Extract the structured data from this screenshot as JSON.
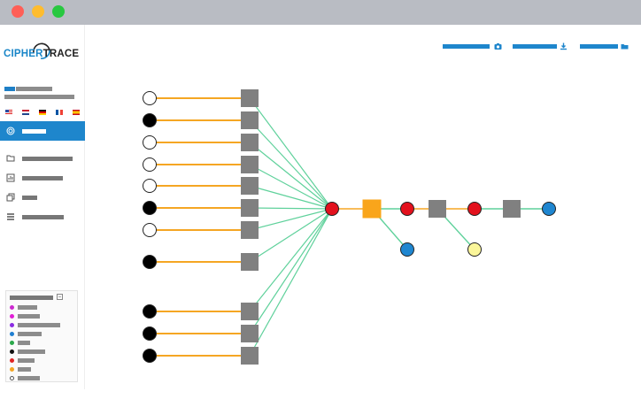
{
  "window": {
    "controls": [
      "close",
      "minimize",
      "maximize"
    ]
  },
  "brand": {
    "part1": "CIPHER",
    "part2": "TRACE",
    "color_primary": "#1a86c8",
    "color_secondary": "#222222"
  },
  "sidebar": {
    "flags": [
      "us-flag",
      "nl-flag",
      "de-flag",
      "fr-flag",
      "es-flag"
    ],
    "menu": [
      {
        "icon": "fingerprint-icon",
        "active": true
      },
      {
        "icon": "folder-icon",
        "active": false
      },
      {
        "icon": "chart-icon",
        "active": false
      },
      {
        "icon": "gallery-icon",
        "active": false
      },
      {
        "icon": "list-icon",
        "active": false
      }
    ]
  },
  "legend": {
    "toggle_icon": "collapse-icon",
    "entries": [
      {
        "color": "#cc2ad0"
      },
      {
        "color": "#e11fd6"
      },
      {
        "color": "#8a2be2"
      },
      {
        "color": "#1f7fd1"
      },
      {
        "color": "#2aa84a"
      },
      {
        "color": "#111111"
      },
      {
        "color": "#e02424"
      },
      {
        "color": "#f5a623"
      },
      {
        "color": "#ffffff"
      }
    ]
  },
  "toolbar": {
    "actions": [
      {
        "icon": "camera-icon"
      },
      {
        "icon": "download-icon"
      },
      {
        "icon": "folder-icon"
      }
    ]
  },
  "colors": {
    "accent": "#1e86cc",
    "edge_orange": "#f5a623",
    "edge_green": "#5fd19b",
    "node_gray": "#808080",
    "node_red": "#e3111d",
    "node_blue": "#1f86d0",
    "node_yellow": "#fbf69a",
    "node_orange": "#f9a51b",
    "node_black": "#000000",
    "node_white": "#ffffff"
  },
  "graph": {
    "input_rows": [
      {
        "source_fill": "white"
      },
      {
        "source_fill": "black"
      },
      {
        "source_fill": "white"
      },
      {
        "source_fill": "white"
      },
      {
        "source_fill": "white"
      },
      {
        "source_fill": "black"
      },
      {
        "source_fill": "white"
      },
      {
        "source_fill": "black"
      },
      {
        "source_fill": "black"
      },
      {
        "source_fill": "black"
      },
      {
        "source_fill": "black"
      }
    ],
    "chain": [
      "red-hub",
      "orange-exchange",
      "red-address",
      "gray-cluster",
      "red-address",
      "gray-cluster",
      "blue-address"
    ],
    "branches": [
      "blue-address",
      "yellow-address"
    ]
  }
}
